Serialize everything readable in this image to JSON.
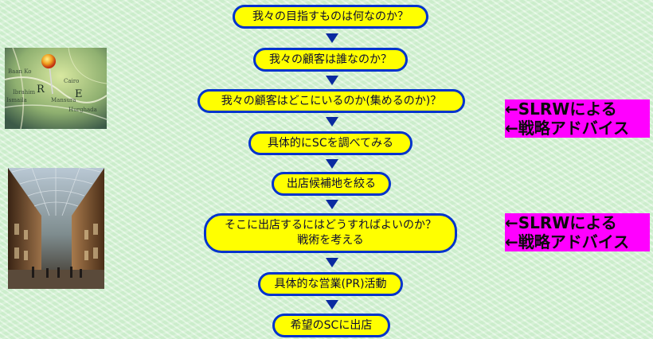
{
  "flow": {
    "steps": [
      "我々の目指すものは何なのか？",
      "我々の顧客は誰なのか？",
      "我々の顧客はどこにいるのか(集めるのか)？",
      "具体的にSCを調べてみる",
      "出店候補地を絞る",
      "そこに出店するにはどうすればよいのか？",
      "具体的な営業(PR)活動",
      "希望のSCに出店"
    ],
    "step6_line2": "戦術を考える"
  },
  "annotations": [
    {
      "line1": "←SLRWによる",
      "line2": "←戦略アドバイス"
    },
    {
      "line1": "←SLRWによる",
      "line2": "←戦略アドバイス"
    }
  ],
  "colors": {
    "box_fill": "#ffff00",
    "box_border": "#0033cc",
    "arrow": "#0a2aa0",
    "annotation_bg": "#ff00ff",
    "background": "#d6f3d6"
  },
  "images": [
    {
      "icon": "map-pin-photo"
    },
    {
      "icon": "arcade-gallery-photo"
    }
  ]
}
